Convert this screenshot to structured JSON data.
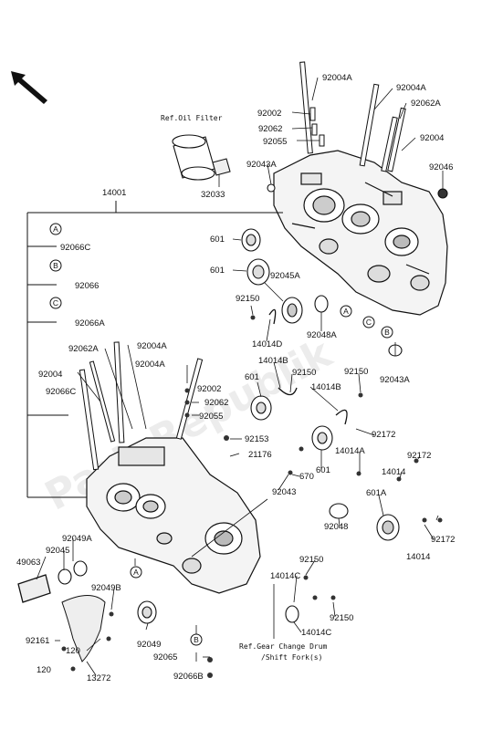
{
  "watermark": "PartsRepublik",
  "notes": {
    "oil_filter": "Ref.Oil Filter",
    "gear_change": "Ref.Gear Change Drum",
    "shift_fork": "/Shift Fork(s)"
  },
  "circle_marks": {
    "a": "A",
    "b": "B",
    "c": "C"
  },
  "parts": [
    "14001",
    "92066C",
    "92066",
    "92066A",
    "92004A",
    "92004A",
    "92062A",
    "92004",
    "92002",
    "92062",
    "92055",
    "92043A",
    "32033",
    "92046",
    "601",
    "601",
    "92045A",
    "92150",
    "14014D",
    "92048A",
    "14014B",
    "601",
    "92150",
    "14014B",
    "92150",
    "92043A",
    "92062A",
    "92004A",
    "92004A",
    "92004",
    "92066C",
    "92002",
    "92062",
    "92055",
    "92153",
    "21176",
    "670",
    "92043",
    "601",
    "14014A",
    "92172",
    "92172",
    "14014",
    "601A",
    "92048",
    "92172",
    "14014",
    "92150",
    "14014C",
    "14014C",
    "92150",
    "49063",
    "92045",
    "92049A",
    "92049B",
    "92049",
    "92065",
    "92066B",
    "92161",
    "120",
    "120",
    "13272"
  ]
}
